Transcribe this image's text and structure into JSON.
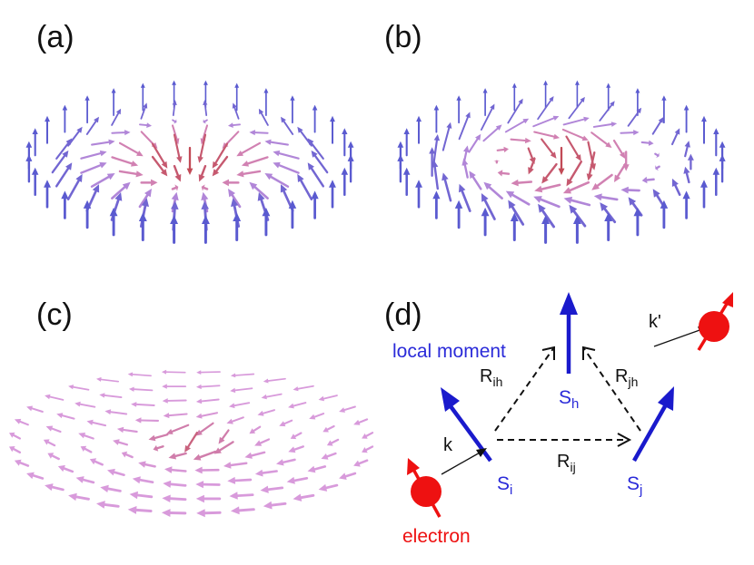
{
  "panels": {
    "a": {
      "label": "(a)"
    },
    "b": {
      "label": "(b)"
    },
    "c": {
      "label": "(c)"
    },
    "d": {
      "label": "(d)",
      "local_moment": "local moment",
      "electron": "electron",
      "k": "k",
      "k_prime": "k'",
      "S_i": {
        "base": "S",
        "sub": "i"
      },
      "S_j": {
        "base": "S",
        "sub": "j"
      },
      "S_h": {
        "base": "S",
        "sub": "h"
      },
      "R_ih": {
        "base": "R",
        "sub": "ih"
      },
      "R_jh": {
        "base": "R",
        "sub": "jh"
      },
      "R_ij": {
        "base": "R",
        "sub": "ij"
      }
    }
  },
  "colors": {
    "spin_up": "#5a5ad0",
    "spin_down": "#c24a56",
    "spin_inplane": "#d89adb",
    "moment": "#1a1acc",
    "electron": "#ee1111",
    "text": "#111111"
  }
}
